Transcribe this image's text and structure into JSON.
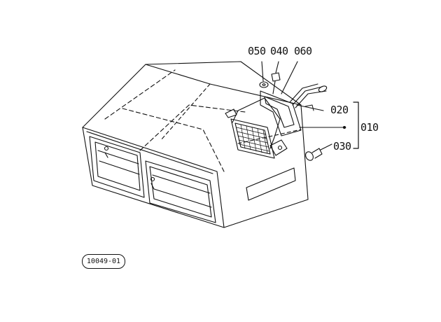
{
  "diagram": {
    "part_callouts": [
      {
        "key": "p050",
        "code": "050"
      },
      {
        "key": "p040",
        "code": "040"
      },
      {
        "key": "p060",
        "code": "060"
      },
      {
        "key": "p020",
        "code": "020"
      },
      {
        "key": "p010",
        "code": "010"
      },
      {
        "key": "p030",
        "code": "030"
      }
    ],
    "reference_code": "10049-01",
    "line_color": "#111111",
    "background": "#ffffff"
  }
}
